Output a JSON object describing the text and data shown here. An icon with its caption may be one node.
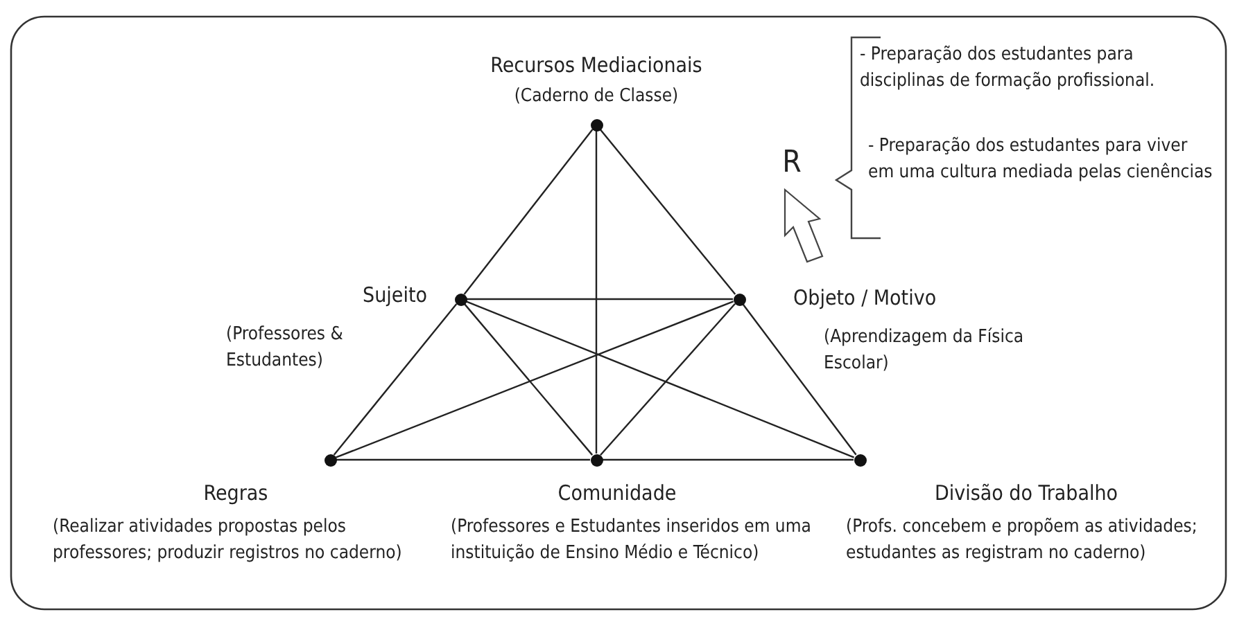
{
  "diagram": {
    "nodes": [
      {
        "text": [],
        "shape": "circle",
        "beside": [
          "Recursos Mediacionais",
          "(Caderno de Classe)"
        ]
      },
      {
        "text": [],
        "shape": "circle",
        "beside": [
          "Sujeito",
          "(Professores & Estudantes)"
        ]
      },
      {
        "text": [],
        "shape": "circle",
        "beside": [
          "Objeto / Motivo",
          "(Aprendizagem da Física Escolar)"
        ]
      },
      {
        "text": [],
        "shape": "circle",
        "beside": [
          "Regras",
          "(Realizar atividades propostas pelos professores; produzir registros no caderno)"
        ]
      },
      {
        "text": [],
        "shape": "circle",
        "beside": [
          "Comunidade",
          "(Professores e Estudantes inseridos em uma instituição de Ensino Médio e Técnico)"
        ]
      },
      {
        "text": [],
        "shape": "circle",
        "beside": [
          "Divisão do Trabalho",
          "(Profs. concebem e propõem as atividades; estudantes as registram no caderno)"
        ]
      }
    ],
    "edges": [
      {
        "from": 0,
        "to": 1,
        "arrow": "none"
      },
      {
        "from": 1,
        "to": 3,
        "arrow": "none"
      },
      {
        "from": 0,
        "to": 2,
        "arrow": "none"
      },
      {
        "from": 2,
        "to": 5,
        "arrow": "none"
      },
      {
        "from": 0,
        "to": 4,
        "arrow": "none"
      },
      {
        "from": 1,
        "to": 2,
        "arrow": "none"
      },
      {
        "from": 1,
        "to": 4,
        "arrow": "none"
      },
      {
        "from": 1,
        "to": 5,
        "arrow": "none"
      },
      {
        "from": 2,
        "to": 3,
        "arrow": "none"
      },
      {
        "from": 2,
        "to": 4,
        "arrow": "none"
      },
      {
        "from": 3,
        "to": 4,
        "arrow": "none"
      },
      {
        "from": 4,
        "to": 5,
        "arrow": "none"
      }
    ],
    "labels": [
      "- Preparação dos estudantes para disciplinas de formação profissional.",
      "R",
      "- Preparação dos estudantes para viver em uma cultura mediada pelas cienências"
    ]
  }
}
